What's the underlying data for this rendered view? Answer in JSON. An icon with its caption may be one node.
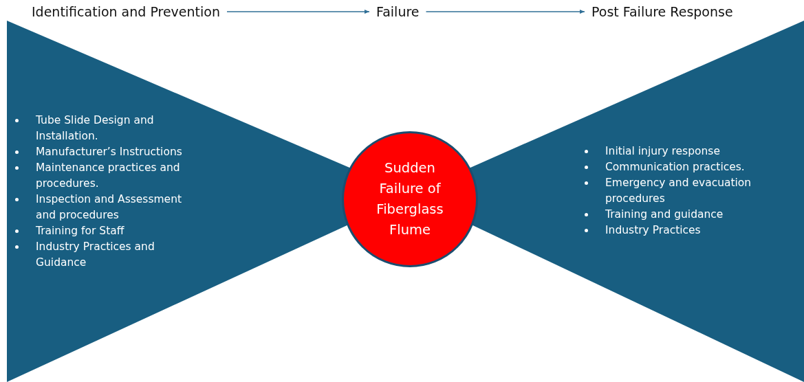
{
  "diagram": {
    "nodes": [
      {
        "text": [
          "Identification and Prevention"
        ]
      },
      {
        "text": [
          "Failure"
        ]
      },
      {
        "text": [
          "Post Failure Response"
        ]
      },
      {
        "text": [
          "Tube Slide Design and Installation.",
          "Manufacturer’s Instructions",
          "Maintenance practices and procedures.",
          "Inspection and Assessment and procedures",
          "Training for Staff",
          "Industry Practices and Guidance"
        ]
      },
      {
        "text": [
          "Sudden Failure of Fiberglass Flume"
        ]
      },
      {
        "text": [
          "Initial injury response",
          "Communication practices.",
          "Emergency and evacuation procedures",
          "Training and guidance",
          "Industry Practices"
        ]
      }
    ],
    "edges": [
      {
        "from": 0,
        "to": 1,
        "arrow": "to"
      },
      {
        "from": 1,
        "to": 2,
        "arrow": "to"
      }
    ]
  }
}
